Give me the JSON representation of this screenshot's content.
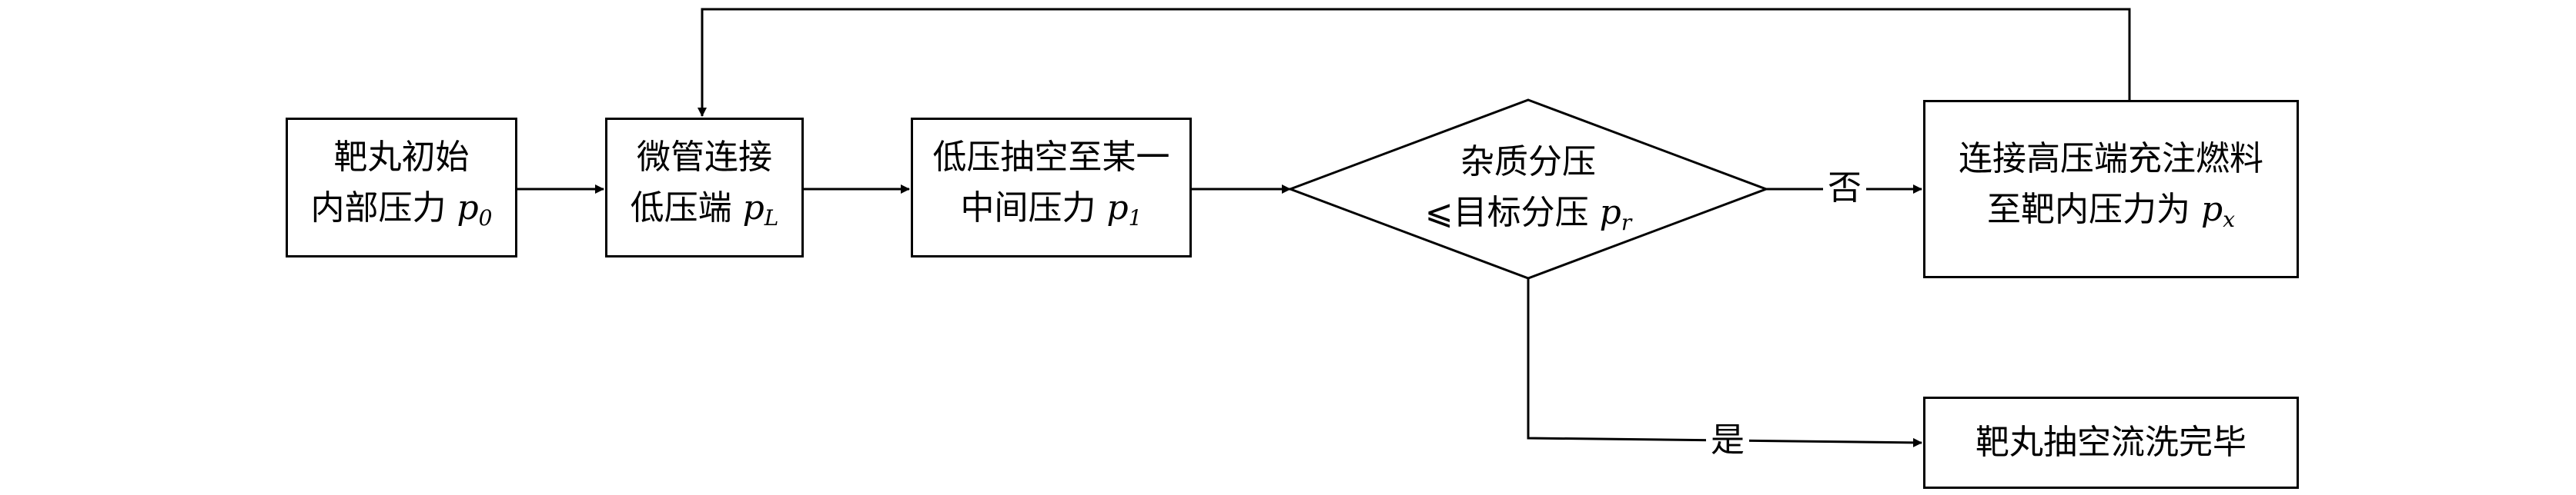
{
  "nodes": {
    "initial_pressure": {
      "line1": "靶丸初始",
      "line2_text": "内部压力 ",
      "var": "p",
      "sub": "0"
    },
    "connect_low": {
      "line1": "微管连接",
      "line2_text": "低压端 ",
      "var": "p",
      "sub": "L"
    },
    "evacuate": {
      "line1": "低压抽空至某一",
      "line2_text": "中间压力 ",
      "var": "p",
      "sub": "1"
    },
    "decision": {
      "line1": "杂质分压",
      "line2_text": "⩽目标分压 ",
      "var": "p",
      "sub": "r"
    },
    "fill_fuel": {
      "line1": "连接高压端充注燃料",
      "line2_text": "至靶内压力为 ",
      "var": "p",
      "sub": "x"
    },
    "done": {
      "line1": "靶丸抽空流洗完毕"
    }
  },
  "edge_labels": {
    "no": "否",
    "yes": "是"
  }
}
